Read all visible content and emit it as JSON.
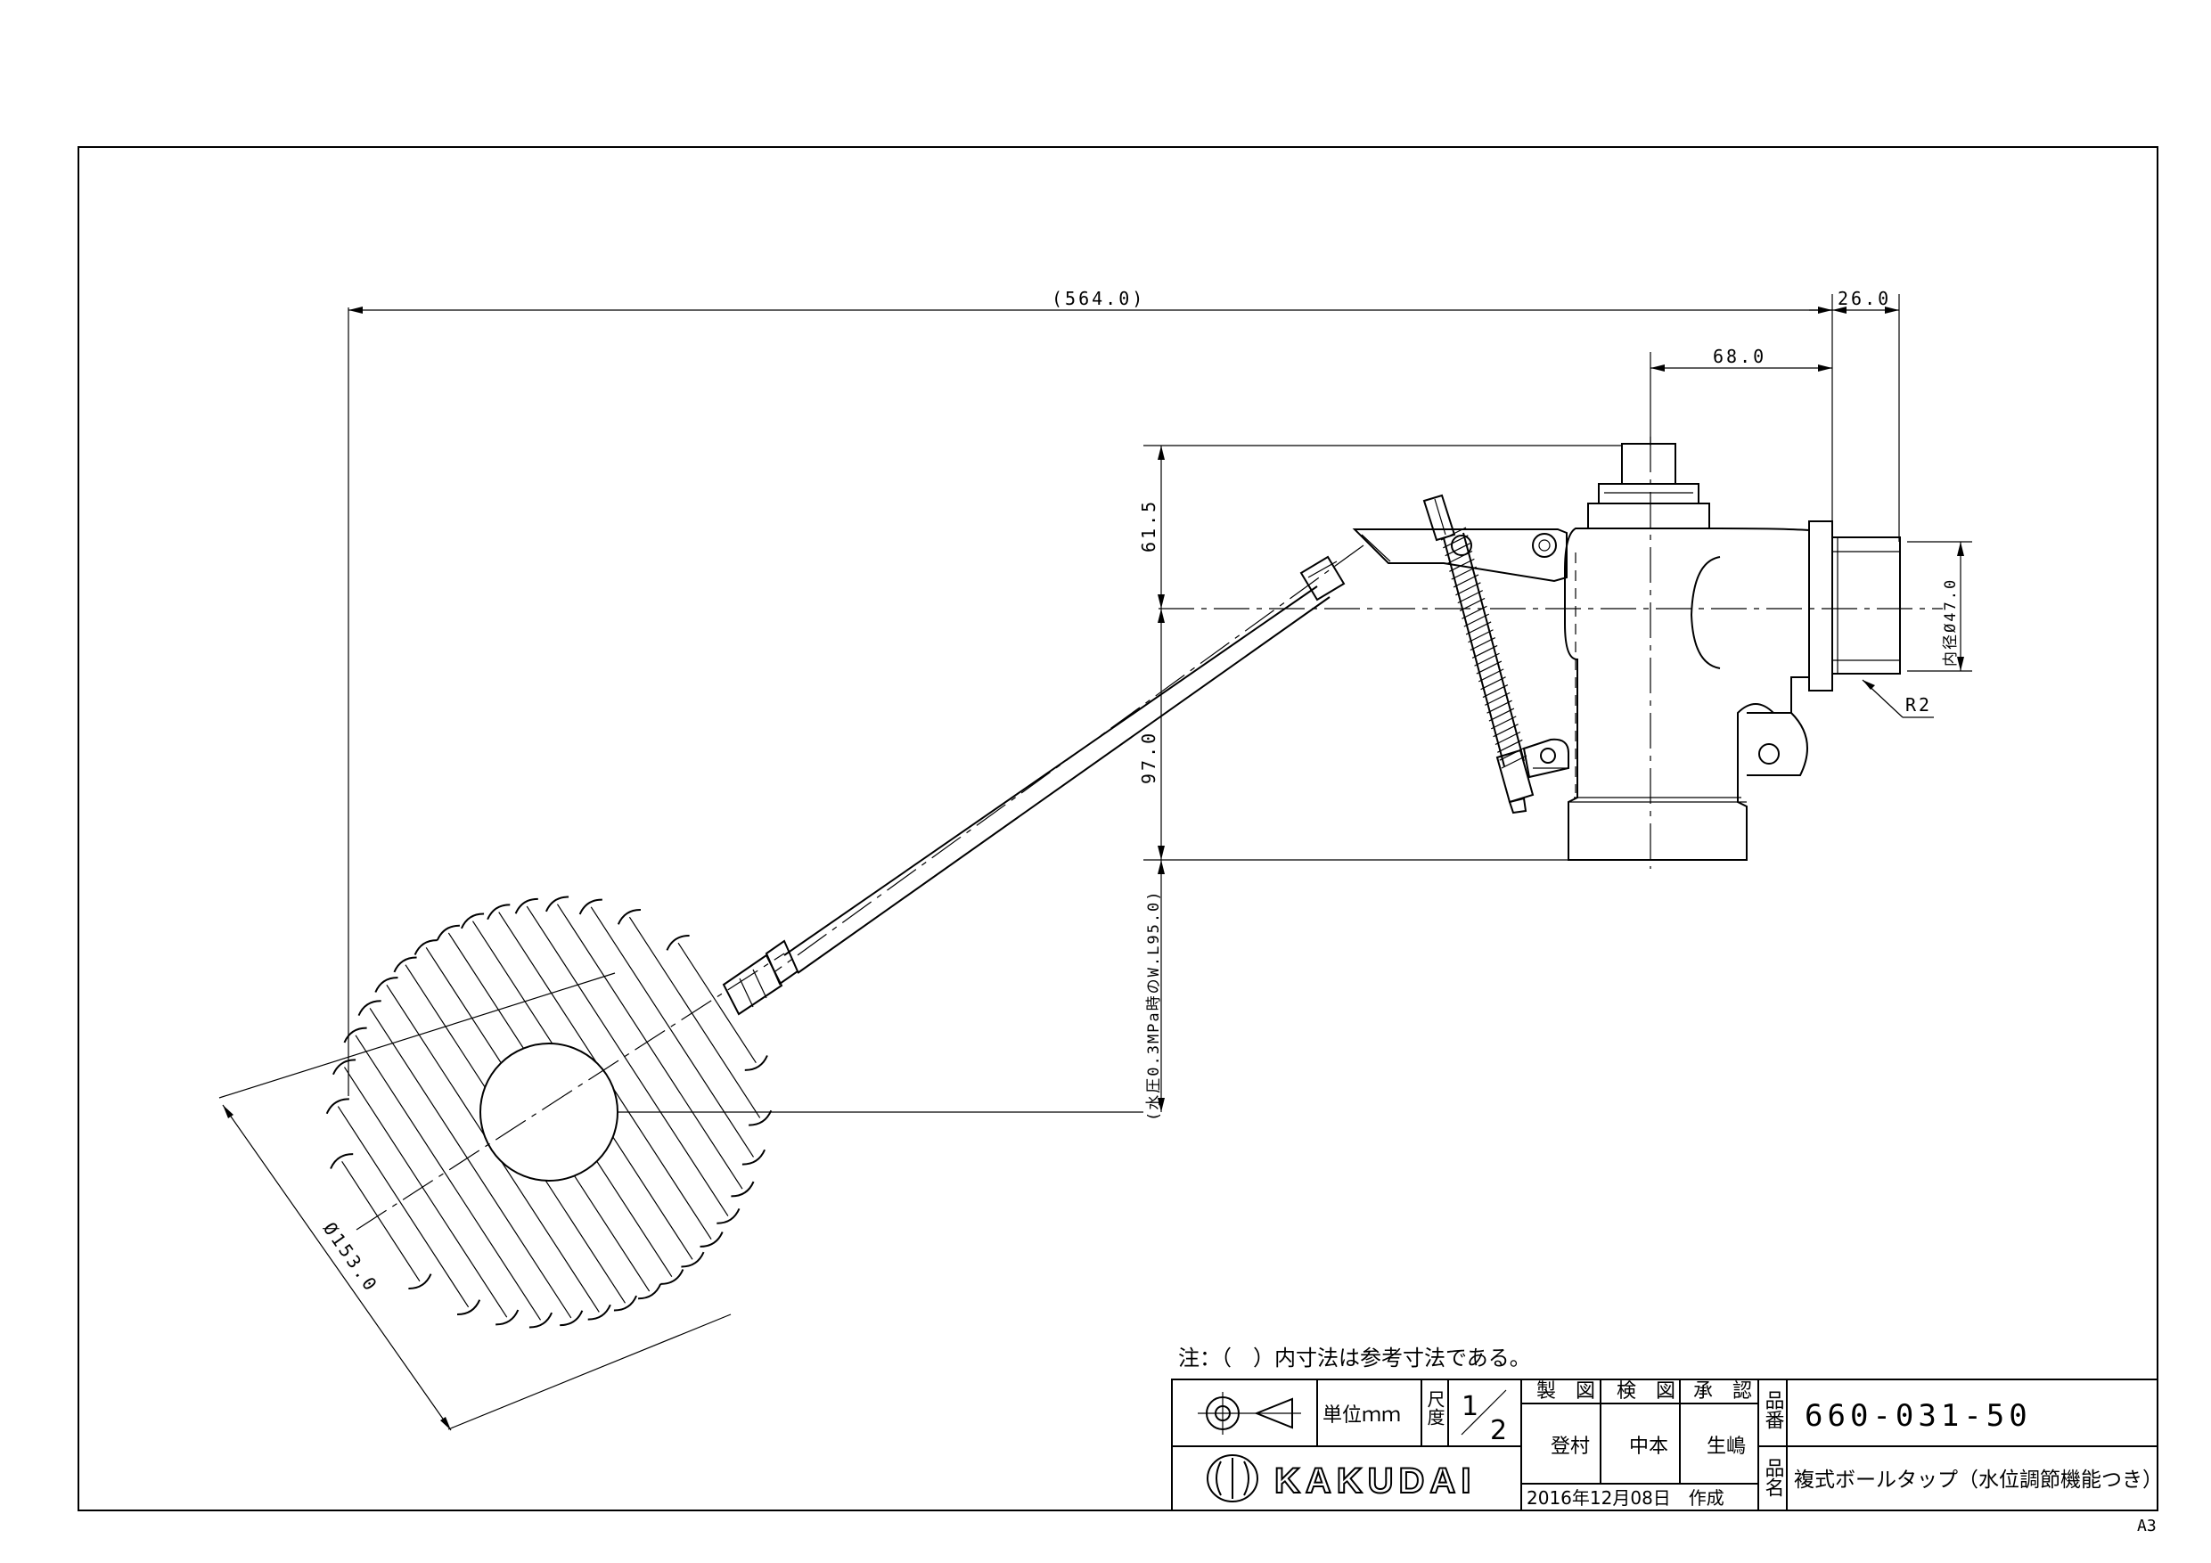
{
  "dimensions": {
    "overall_length": "(564.0)",
    "top_right": "26.0",
    "body_width": "68.0",
    "upper_height": "61.5",
    "lower_height": "97.0",
    "water_level": "(水圧0.3MPa時のW.L95.0)",
    "inner_diameter": "内径Ø47.0",
    "thread": "R2",
    "ball_diameter": "Ø153.0"
  },
  "note": "注：（　）内寸法は参考寸法である。",
  "title_block": {
    "unit_label": "単位ｍｍ",
    "scale_label": "尺度",
    "scale_num": "1",
    "scale_den": "2",
    "drawn_label": "製　図",
    "checked_label": "検　図",
    "approved_label": "承　認",
    "drawn_by": "登村",
    "checked_by": "中本",
    "approved_by": "生嶋",
    "part_no_label": "品番",
    "part_no": "660-031-50",
    "part_name_label": "品名",
    "part_name": "複式ボールタップ（水位調節機能つき）",
    "date": "2016年12月08日　作成",
    "company": "KAKUDAI"
  },
  "sheet_size": "A3"
}
